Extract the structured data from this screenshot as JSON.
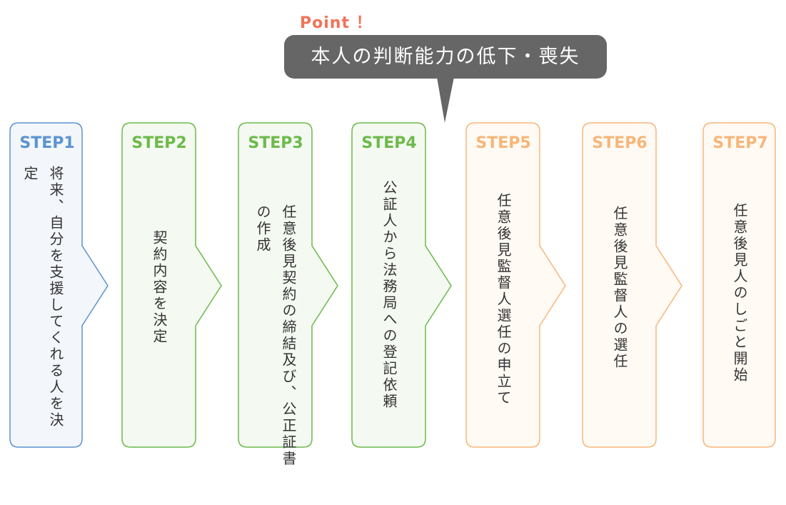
{
  "callout": {
    "label": "Point ！",
    "text": "本人の判断能力の低下・喪失"
  },
  "colors": {
    "blue": "#5b93cf",
    "green": "#6cba4a",
    "orange": "#f7b679",
    "point": "#f0735a",
    "bubble": "#666666"
  },
  "steps": [
    {
      "label": "STEP1",
      "text": "将来、自分を支援してくれる人を決定",
      "color": "blue"
    },
    {
      "label": "STEP2",
      "text": "契約内容を決定",
      "color": "green"
    },
    {
      "label": "STEP3",
      "text": "任意後見契約の締結及び、公正証書の作成",
      "color": "green"
    },
    {
      "label": "STEP4",
      "text": "公証人から法務局への登記依頼",
      "color": "green"
    },
    {
      "label": "STEP5",
      "text": "任意後見監督人選任の申立て",
      "color": "orange"
    },
    {
      "label": "STEP6",
      "text": "任意後見監督人の選任",
      "color": "orange"
    },
    {
      "label": "STEP7",
      "text": "任意後見人のしごと開始",
      "color": "orange"
    }
  ]
}
